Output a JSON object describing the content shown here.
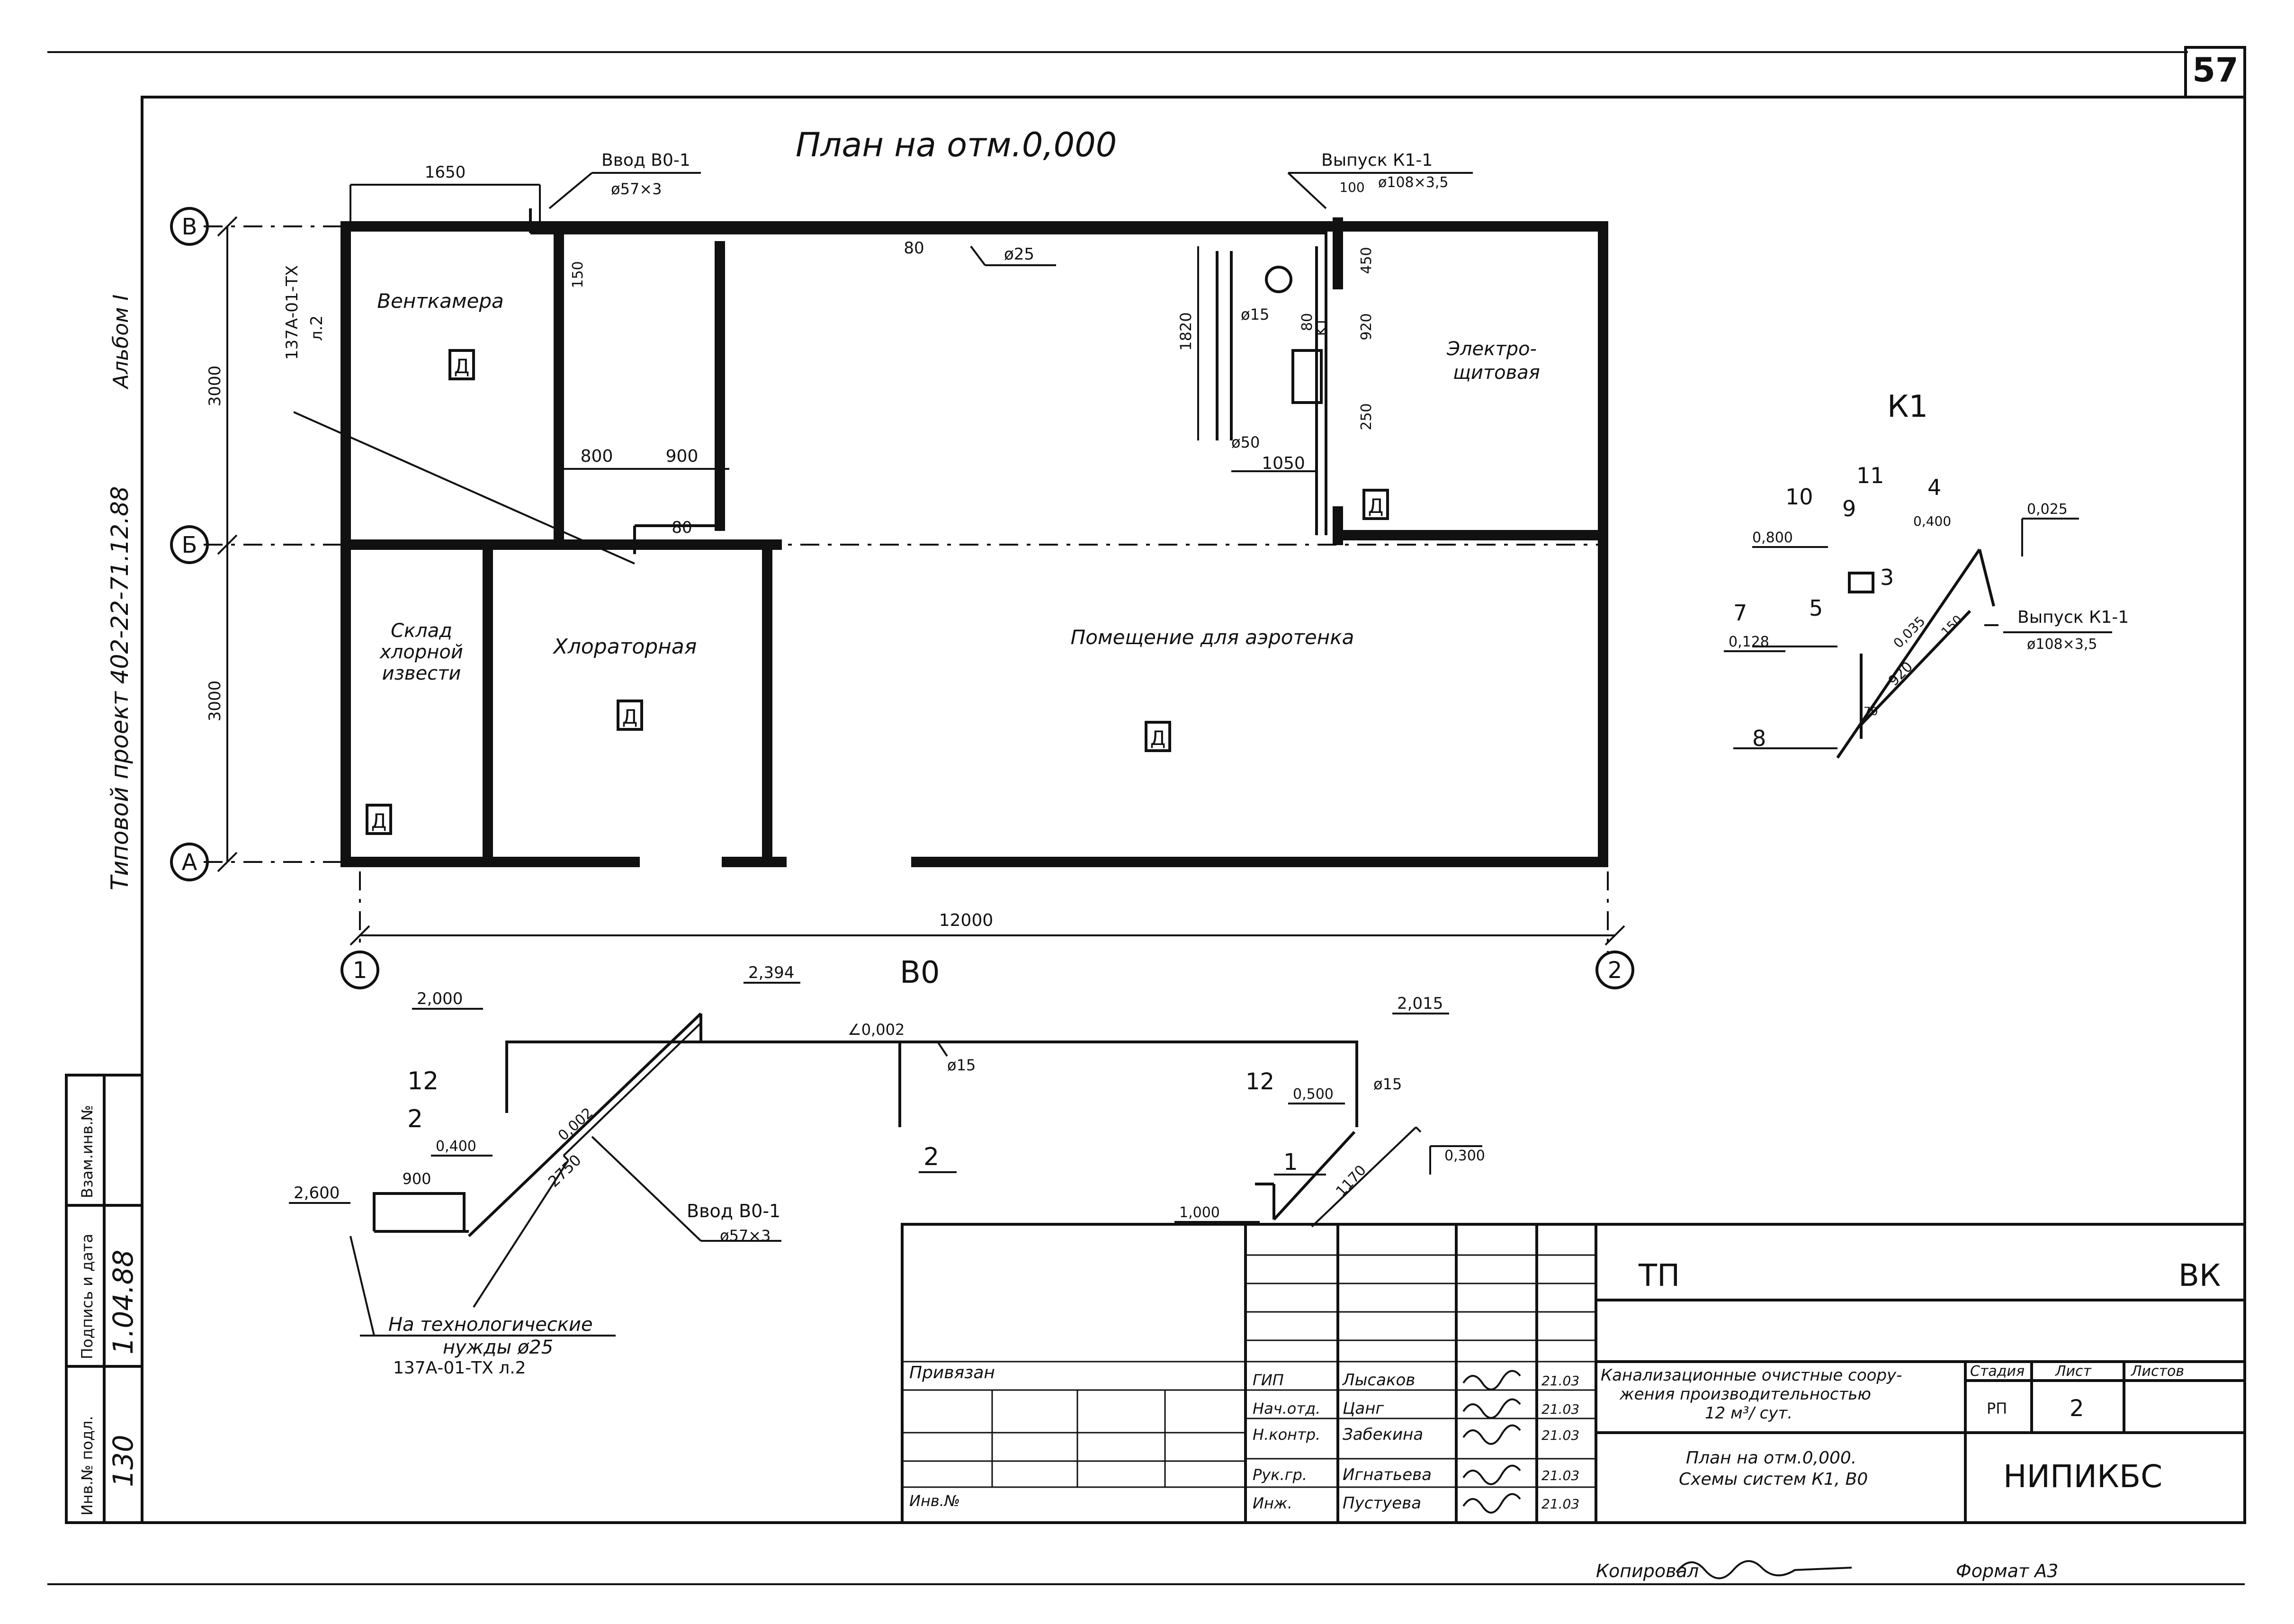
{
  "sheet": {
    "page_number": "57",
    "format": "Формат А3",
    "copied_by": "Копировал",
    "album_label": "Альбом I",
    "project_label": "Типовой проект 402-22-71.12.88",
    "side_stamp": {
      "inv_podl": "Инв.№ подл.",
      "podpis_data": "Подпись и дата",
      "vzam_inv": "Взам.инв.№",
      "inv_value": "130",
      "date_value": "1.04.88"
    }
  },
  "plan": {
    "title": "План на отм.0,000",
    "axes": {
      "v": "В",
      "b": "Б",
      "a": "А",
      "c1": "1",
      "c2": "2"
    },
    "rooms": {
      "ventkamera": "Венткамера",
      "electro_1": "Электро-",
      "electro_2": "щитовая",
      "sklad_1": "Склад",
      "sklad_2": "хлорной",
      "sklad_3": "извести",
      "chlor": "Хлораторная",
      "aero": "Помещение для аэротенка"
    },
    "room_mark": "Д",
    "dims": {
      "d1650": "1650",
      "d3000": "3000",
      "d12000": "12000",
      "d800": "800",
      "d900": "900",
      "d80": "80",
      "d150": "150",
      "d1820": "1820",
      "d1050": "1050",
      "d450": "450",
      "d920": "920",
      "d250": "250",
      "d100": "100",
      "d80v": "80",
      "k1": "K1"
    },
    "labels": {
      "vvod": "Ввод В0-1",
      "vvod_d": "ø57×3",
      "vypusk": "Выпуск К1-1",
      "vypusk_d": "ø108×3,5",
      "d25": "ø25",
      "d15": "ø15",
      "d50": "ø50",
      "ref": "137А-01-ТХ",
      "ref_sheet": "л.2"
    }
  },
  "k1": {
    "title": "К1",
    "numbers": [
      "10",
      "11",
      "4",
      "9",
      "3",
      "7",
      "5",
      "8"
    ],
    "levels": {
      "l0800": "0,800",
      "l0400": "0,400",
      "l0025": "0,025",
      "l0128": "0,128",
      "l0035": "0,035"
    },
    "dims": {
      "d150": "150",
      "d920": "920",
      "d70": "70"
    },
    "outlet": "Выпуск К1-1",
    "outlet_d": "ø108×3,5"
  },
  "v0": {
    "title": "В0",
    "levels": {
      "l2000": "2,000",
      "l2394": "2,394",
      "l2015": "2,015",
      "l0400": "0,400",
      "l2600": "2,600",
      "l0500": "0,500",
      "l0300": "0,300",
      "l1000": "1,000"
    },
    "slope": "0,002",
    "slope_main": "∠0,002",
    "d15": "ø15",
    "dims": {
      "d900": "900",
      "d2750": "2750",
      "d1170": "1170"
    },
    "callouts": {
      "c12": "12",
      "c2": "2",
      "c2b": "2",
      "c12b": "12",
      "c1": "1"
    },
    "vvod": "Ввод В0-1",
    "vvod_d": "ø57×3",
    "tech_1": "На технологические",
    "tech_2": "нужды ø25",
    "tech_ref": "137А-01-ТХ л.2"
  },
  "title_block": {
    "tp": "ТП",
    "vk": "ВК",
    "privyazan": "Привязан",
    "inv_no": "Инв.№",
    "roles": [
      "ГИП",
      "Нач.отд.",
      "Н.контр.",
      "Рук.гр.",
      "Инж."
    ],
    "names": [
      "Лысаков",
      "Цанг",
      "Забекина",
      "Игнатьева",
      "Пустуева"
    ],
    "dates": [
      "21.03",
      "21.03",
      "21.03",
      "21.03",
      "21.03"
    ],
    "object_1": "Канализационные очистные соору-",
    "object_2": "жения производительностью",
    "object_3": "12 м³/ сут.",
    "sheet_1": "План на отм.0,000.",
    "sheet_2": "Схемы систем К1, В0",
    "h_stage": "Стадия",
    "h_sheet": "Лист",
    "h_sheets": "Листов",
    "v_stage": "РП",
    "v_sheet": "2",
    "org": "НИПИКБС"
  }
}
